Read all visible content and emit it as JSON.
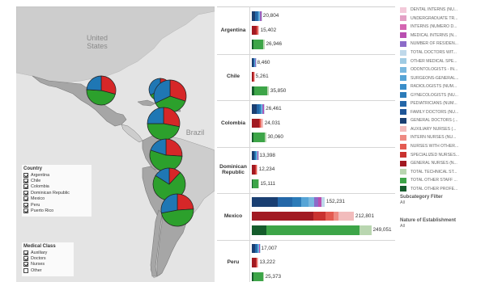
{
  "map": {
    "labels": {
      "united_states": "United States",
      "brazil": "Brazil"
    },
    "colors": {
      "water": "#e4e4e4",
      "land_other": "#cdcdcd",
      "land_selected": "#a6a6a6",
      "border": "#7d7d7d"
    },
    "pies": [
      {
        "country": "Mexico",
        "slices": [
          {
            "class": "Doctors",
            "color": "#d62728",
            "value": 0.29
          },
          {
            "class": "Nurses",
            "color": "#2ca02c",
            "value": 0.47
          },
          {
            "class": "Auxiliary",
            "color": "#1f77b4",
            "value": 0.24
          }
        ]
      },
      {
        "country": "Dominican Republic",
        "slices": [
          {
            "class": "Doctors",
            "color": "#d62728",
            "value": 0.3
          },
          {
            "class": "Nurses",
            "color": "#2ca02c",
            "value": 0.37
          },
          {
            "class": "Auxiliary",
            "color": "#1f77b4",
            "value": 0.33
          }
        ]
      },
      {
        "country": "Puerto Rico",
        "slices": [
          {
            "class": "Doctors",
            "color": "#d62728",
            "value": 0.3
          },
          {
            "class": "Nurses",
            "color": "#2ca02c",
            "value": 0.38
          },
          {
            "class": "Auxiliary",
            "color": "#1f77b4",
            "value": 0.32
          }
        ]
      },
      {
        "country": "Colombia",
        "slices": [
          {
            "class": "Doctors",
            "color": "#d62728",
            "value": 0.28
          },
          {
            "class": "Nurses",
            "color": "#2ca02c",
            "value": 0.47
          },
          {
            "class": "Auxiliary",
            "color": "#1f77b4",
            "value": 0.25
          }
        ]
      },
      {
        "country": "Peru",
        "slices": [
          {
            "class": "Doctors",
            "color": "#d62728",
            "value": 0.26
          },
          {
            "class": "Nurses",
            "color": "#2ca02c",
            "value": 0.54
          },
          {
            "class": "Auxiliary",
            "color": "#1f77b4",
            "value": 0.2
          }
        ]
      },
      {
        "country": "Chile",
        "slices": [
          {
            "class": "Doctors",
            "color": "#d62728",
            "value": 0.12
          },
          {
            "class": "Nurses",
            "color": "#2ca02c",
            "value": 0.72
          },
          {
            "class": "Auxiliary",
            "color": "#1f77b4",
            "value": 0.16
          }
        ]
      },
      {
        "country": "Argentina",
        "slices": [
          {
            "class": "Doctors",
            "color": "#d62728",
            "value": 0.24
          },
          {
            "class": "Nurses",
            "color": "#2ca02c",
            "value": 0.48
          },
          {
            "class": "Auxiliary",
            "color": "#1f77b4",
            "value": 0.28
          }
        ]
      }
    ]
  },
  "country_filter": {
    "title": "Country",
    "items": [
      {
        "label": "Argentina",
        "checked": true
      },
      {
        "label": "Chile",
        "checked": true
      },
      {
        "label": "Colombia",
        "checked": true
      },
      {
        "label": "Dominican Republic",
        "checked": true
      },
      {
        "label": "Mexico",
        "checked": true
      },
      {
        "label": "Peru",
        "checked": true
      },
      {
        "label": "Puerto Rico",
        "checked": true
      }
    ]
  },
  "medclass_filter": {
    "title": "Medical Class",
    "items": [
      {
        "label": "Auxiliary",
        "checked": true
      },
      {
        "label": "Doctors",
        "checked": true
      },
      {
        "label": "Nurses",
        "checked": true
      },
      {
        "label": "Other",
        "checked": false
      }
    ]
  },
  "legend": {
    "items": [
      {
        "label": "DENTAL INTERNS (NU...",
        "color": "#f3c9d9"
      },
      {
        "label": "UNDERGRADUATE TR...",
        "color": "#e3a0c5"
      },
      {
        "label": "INTERNS (NUMERO D...",
        "color": "#d465b2"
      },
      {
        "label": "MEDICAL INTERNS (N...",
        "color": "#b94fb0"
      },
      {
        "label": "NUMBER OF RESIDEN...",
        "color": "#8c6bc8"
      },
      {
        "label": "TOTAL DOCTORS WIT...",
        "color": "#bfd8ea"
      },
      {
        "label": "OTHER MEDICAL SPE...",
        "color": "#9fcbe3"
      },
      {
        "label": "ODONTOLOGISTS - IN...",
        "color": "#79b8de"
      },
      {
        "label": "SURGEONS-GENERAL...",
        "color": "#56a4d6"
      },
      {
        "label": "RADIOLOGISTS (NUM...",
        "color": "#3a8ec9"
      },
      {
        "label": "GYNECOLOGISTS (NU...",
        "color": "#2c7bb8"
      },
      {
        "label": "PEDIATRICIANS (NUM...",
        "color": "#2467a8"
      },
      {
        "label": "FAMILY DOCTORS (NU...",
        "color": "#1e5597"
      },
      {
        "label": "GENERAL DOCTORS (...",
        "color": "#1a3f72"
      },
      {
        "label": "AUXILIARY NURSES (...",
        "color": "#f2bcbc"
      },
      {
        "label": "INTERN NURSES (NU...",
        "color": "#ee8a82"
      },
      {
        "label": "NURSES WITH OTHER...",
        "color": "#e45b51"
      },
      {
        "label": "SPECIALIZED NURSES...",
        "color": "#c9322f"
      },
      {
        "label": "GENERAL NURSES (N...",
        "color": "#a11a22"
      },
      {
        "label": "TOTAL TECHNICAL ST...",
        "color": "#b9d6b0"
      },
      {
        "label": "TOTAL OTHER STAFF ...",
        "color": "#3da548"
      },
      {
        "label": "TOTAL OTHER PROFE...",
        "color": "#155c2c"
      }
    ]
  },
  "subcategory_filter": {
    "title": "Subcategory Filter",
    "value": "All"
  },
  "establishment_filter": {
    "title": "Nature of Establishment",
    "value": "All"
  },
  "chart_data": {
    "type": "bar",
    "orientation": "horizontal stacked",
    "categories": [
      "Argentina",
      "Chile",
      "Colombia",
      "Dominican Republic",
      "Mexico",
      "Peru"
    ],
    "category_labels": [
      "Argentina",
      "Chile",
      "Colombia",
      "Dominican\nRepublic",
      "Mexico",
      "Peru"
    ],
    "series": [
      {
        "name": "Auxiliary",
        "values": [
          20804,
          8460,
          26461,
          13398,
          152231,
          17007
        ]
      },
      {
        "name": "Doctors",
        "values": [
          15402,
          5261,
          24031,
          12234,
          212801,
          13222
        ]
      },
      {
        "name": "Nurses",
        "values": [
          26946,
          35850,
          30060,
          15111,
          249051,
          25373
        ]
      }
    ],
    "value_labels": [
      [
        "20,804",
        "15,402",
        "26,946"
      ],
      [
        "8,460",
        "5,261",
        "35,850"
      ],
      [
        "26,461",
        "24,031",
        "30,060"
      ],
      [
        "13,398",
        "12,234",
        "15,111"
      ],
      [
        "152,231",
        "212,801",
        "249,051"
      ],
      [
        "17,007",
        "13,222",
        "25,373"
      ]
    ],
    "xlim": [
      0,
      249051
    ],
    "segment_palettes": [
      [
        "#1a3f72",
        "#2467a8",
        "#2c7bb8",
        "#56a4d6",
        "#79b8de",
        "#8c6bc8",
        "#b94fb0",
        "#bfd8ea"
      ],
      [
        "#a11a22",
        "#c9322f",
        "#e45b51",
        "#ee8a82",
        "#f2bcbc"
      ],
      [
        "#155c2c",
        "#3da548",
        "#b9d6b0"
      ]
    ],
    "segment_shares": [
      [
        0.35,
        0.2,
        0.12,
        0.1,
        0.08,
        0.06,
        0.04,
        0.05
      ],
      [
        0.6,
        0.12,
        0.08,
        0.05,
        0.15
      ],
      [
        0.12,
        0.78,
        0.1
      ]
    ]
  }
}
